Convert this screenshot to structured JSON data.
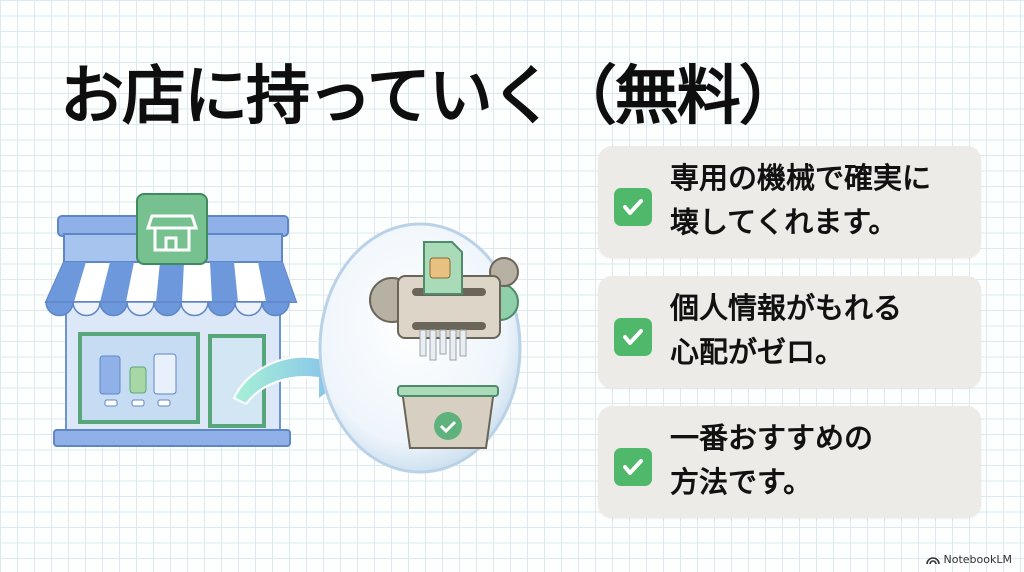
{
  "slide": {
    "title": "お店に持っていく（無料）"
  },
  "cards": [
    {
      "line1": "専用の機械で確実に",
      "line2": "壊してくれます。"
    },
    {
      "line1": "個人情報がもれる",
      "line2": "心配がゼロ。"
    },
    {
      "line1": "一番おすすめの",
      "line2": "方法です。"
    }
  ],
  "footer": {
    "brand": "NotebookLM"
  },
  "colors": {
    "check_green": "#4fb86a",
    "card_bg": "#ecebe7",
    "store_blue": "#7fa6e4",
    "store_green": "#6fbf8a"
  }
}
